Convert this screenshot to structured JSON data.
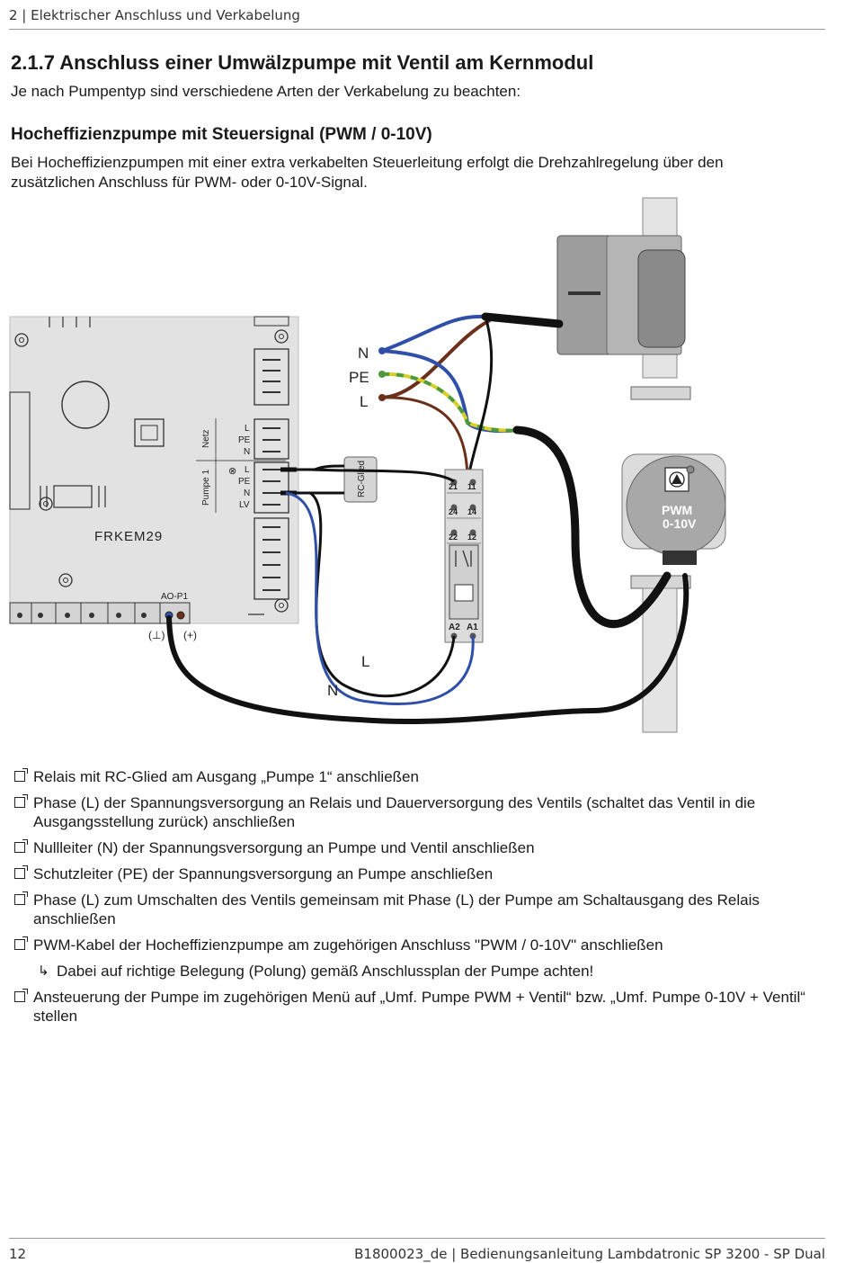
{
  "header": {
    "text": "2 | Elektrischer Anschluss und Verkabelung"
  },
  "section": {
    "title": "2.1.7 Anschluss einer Umwälzpumpe mit Ventil am Kernmodul",
    "intro": "Je nach Pumpentyp sind verschiedene Arten der Verkabelung zu beachten:"
  },
  "subsection": {
    "title": "Hocheffizienzpumpe mit Steuersignal (PWM / 0-10V)",
    "text": "Bei Hocheffizienzpumpen mit einer extra verkabelten Steuerleitung erfolgt die Drehzahlregelung über den zusätzlichen Anschluss für PWM- oder 0-10V-Signal."
  },
  "diagram": {
    "board_label": "FRKEM29",
    "netz_label": "Netz",
    "pumpe_label": "Pumpe 1",
    "netz_terminals": [
      "L",
      "PE",
      "N"
    ],
    "pumpe_terminals": [
      "L",
      "PE",
      "N",
      "LV"
    ],
    "ao_label": "AO-P1",
    "ao_minus": "(⊥)",
    "ao_plus": "(+)",
    "supply_labels": [
      "N",
      "PE",
      "L"
    ],
    "rc_label": "RC-Glied",
    "relay_rows": [
      [
        "21",
        "11"
      ],
      [
        "24",
        "14"
      ],
      [
        "22",
        "12"
      ]
    ],
    "relay_coil": [
      "A2",
      "A1"
    ],
    "pump_label_1": "PWM",
    "pump_label_2": "0-10V",
    "wire_label_L": "L",
    "wire_label_N": "N",
    "colors": {
      "blue": "#2f4fa8",
      "brown": "#6b2f1a",
      "pe_yellow": "#d8cf2a",
      "pe_green": "#4c9a3c",
      "black": "#111111",
      "board": "#e2e2e2"
    }
  },
  "steps": [
    "Relais mit RC-Glied am Ausgang „Pumpe 1“ anschließen",
    "Phase (L) der Spannungsversorgung an Relais und Dauerversorgung des Ventils (schaltet das Ventil in die Ausgangsstellung zurück) anschließen",
    "Nullleiter (N) der Spannungsversorgung an Pumpe und Ventil anschließen",
    "Schutzleiter (PE) der Spannungsversorgung an Pumpe anschließen",
    "Phase (L) zum Umschalten des Ventils gemeinsam mit Phase (L) der Pumpe am Schaltausgang des Relais anschließen",
    "PWM-Kabel der Hocheffizienzpumpe am zugehörigen Anschluss \"PWM / 0-10V\" anschließen"
  ],
  "note": "Dabei auf richtige Belegung (Polung) gemäß Anschlussplan der Pumpe achten!",
  "last_step": "Ansteuerung der Pumpe im zugehörigen Menü auf „Umf. Pumpe PWM + Ventil“ bzw. „Umf. Pumpe 0-10V + Ventil“ stellen",
  "footer": {
    "page_number": "12",
    "doc_title": "B1800023_de | Bedienungsanleitung Lambdatronic SP 3200 - SP Dual"
  }
}
